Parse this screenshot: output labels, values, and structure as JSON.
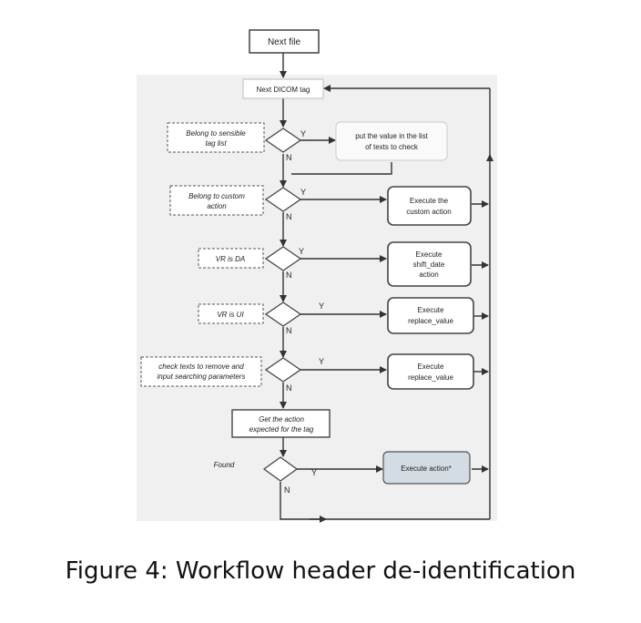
{
  "nodes": {
    "next_file": "Next file",
    "next_dicom_tag": "Next DICOM tag",
    "put_value": [
      "put the value in the list",
      "of texts to check"
    ],
    "exec_custom": [
      "Execute the",
      "custom action"
    ],
    "exec_shift": [
      "Execute",
      "shift_date",
      "action"
    ],
    "exec_replace_1": [
      "Execute",
      "replace_value"
    ],
    "exec_replace_2": [
      "Execute",
      "replace_value"
    ],
    "get_action": [
      "Get the action",
      "expected for the tag"
    ],
    "exec_action": "Execute action*"
  },
  "conditions": {
    "sensible": [
      "Belong to  sensible",
      "tag list"
    ],
    "custom": [
      "Belong to  custom",
      "action"
    ],
    "vr_da": "VR is DA",
    "vr_ui": "VR is UI",
    "check_texts": [
      "check texts to remove and",
      "input searching parameters"
    ],
    "found": "Found"
  },
  "yes_label": "Y",
  "no_label": "N",
  "caption": "Figure 4:  Workflow header de-identification"
}
